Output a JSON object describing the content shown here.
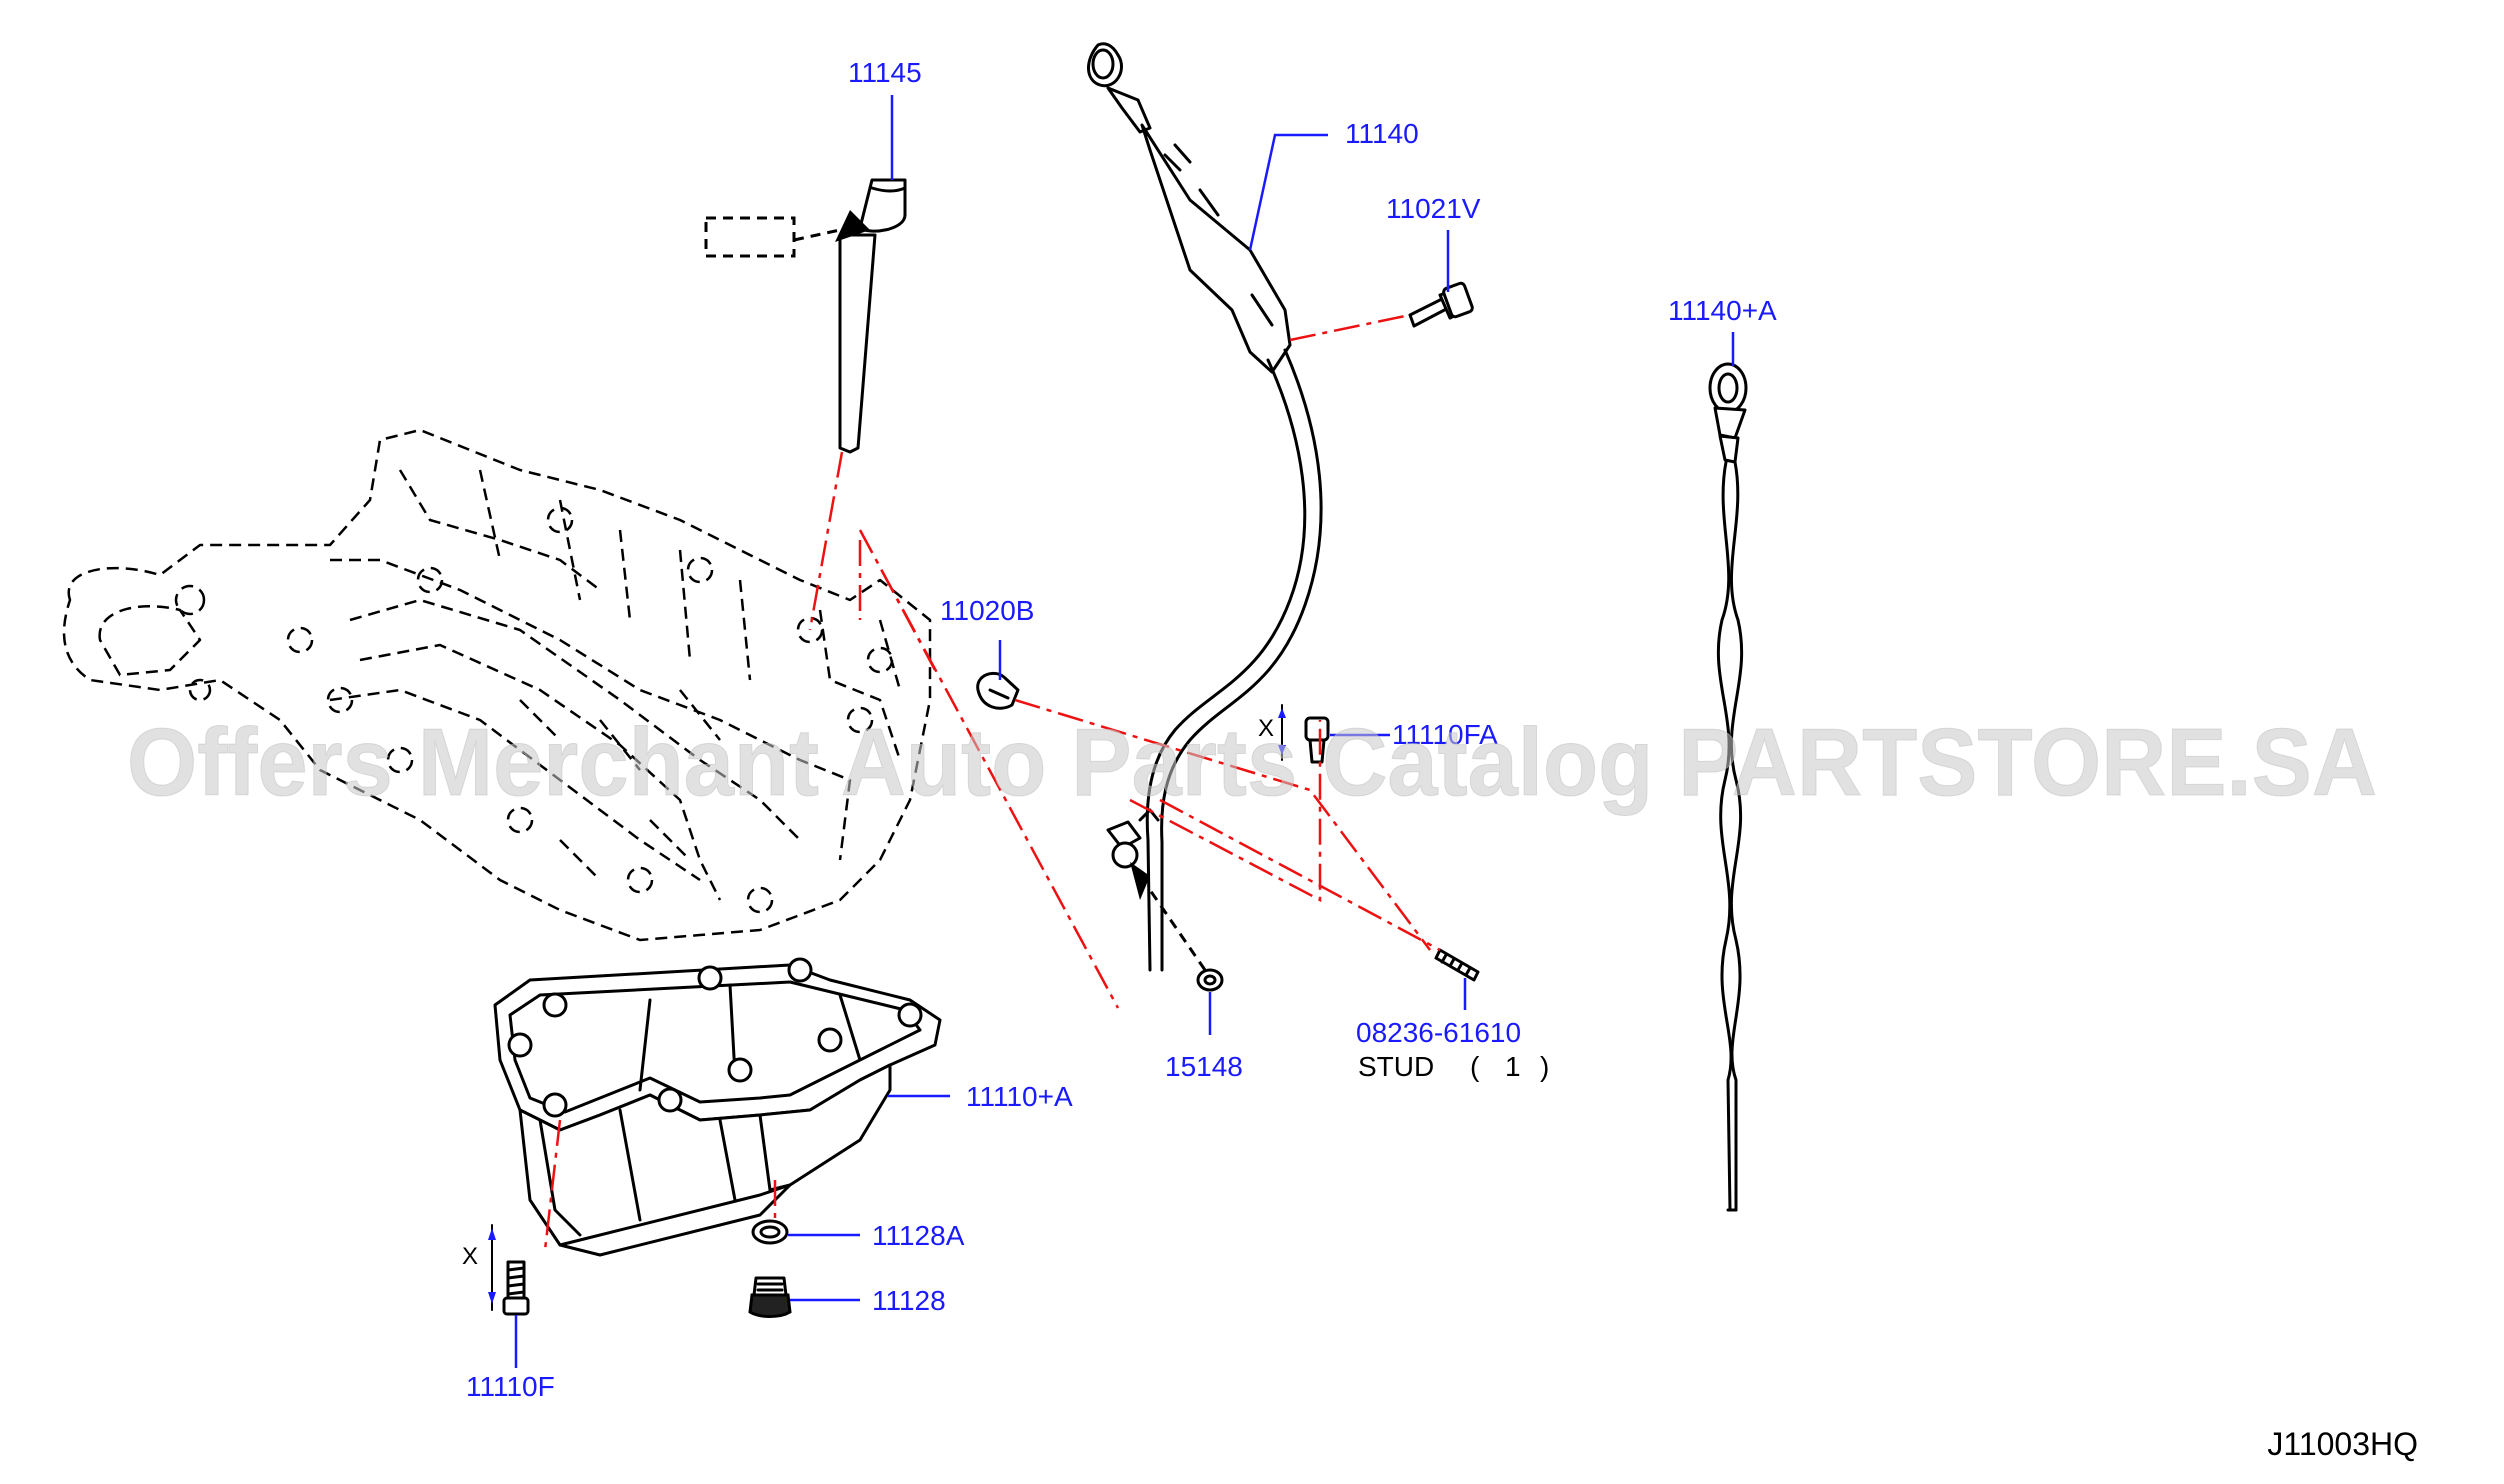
{
  "diagram": {
    "part_labels": {
      "p11145": "11145",
      "p11140": "11140",
      "p11021V": "11021V",
      "p11140A": "11140+A",
      "p11020B": "11020B",
      "p11110FA": "11110FA",
      "p08236": "08236-61610",
      "stud": "STUD",
      "stud_qty_open": "(",
      "stud_qty": "1",
      "stud_qty_close": ")",
      "p15148": "15148",
      "p11110A": "11110+A",
      "p11128A": "11128A",
      "p11128": "11128",
      "p11110F": "11110F",
      "x_mark": "X"
    },
    "code": "J11003HQ",
    "watermark": "Offers Merchant Auto Parts Catalog PARTSTORE.SA",
    "colors": {
      "label": "#1a1aff",
      "leader": "#1a1aff",
      "phantom_line": "#ee1111",
      "ink": "#000000"
    }
  }
}
